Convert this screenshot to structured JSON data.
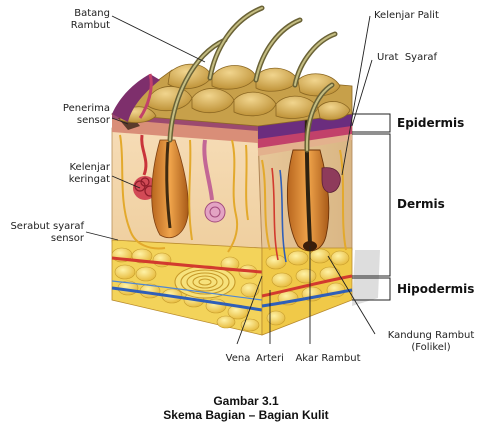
{
  "labels": {
    "batang_rambut": "Batang\nRambut",
    "penerima_sensor": "Penerima\nsensor",
    "kelenjar_keringat": "Kelenjar\nkeringat",
    "serabut_syaraf": "Serabut syaraf\nsensor",
    "kelenjar_palit": "Kelenjar Palit",
    "urat_syaraf": "Urat  Syaraf",
    "epidermis": "Epidermis",
    "dermis": "Dermis",
    "hipodermis": "Hipodermis",
    "kandung_rambut": "Kandung Rambut\n(Folikel)",
    "vena": "Vena",
    "arteri": "Arteri",
    "akar_rambut": "Akar Rambut"
  },
  "caption": {
    "line1": "Gambar 3.1",
    "line2": "Skema Bagian – Bagian Kulit"
  }
}
